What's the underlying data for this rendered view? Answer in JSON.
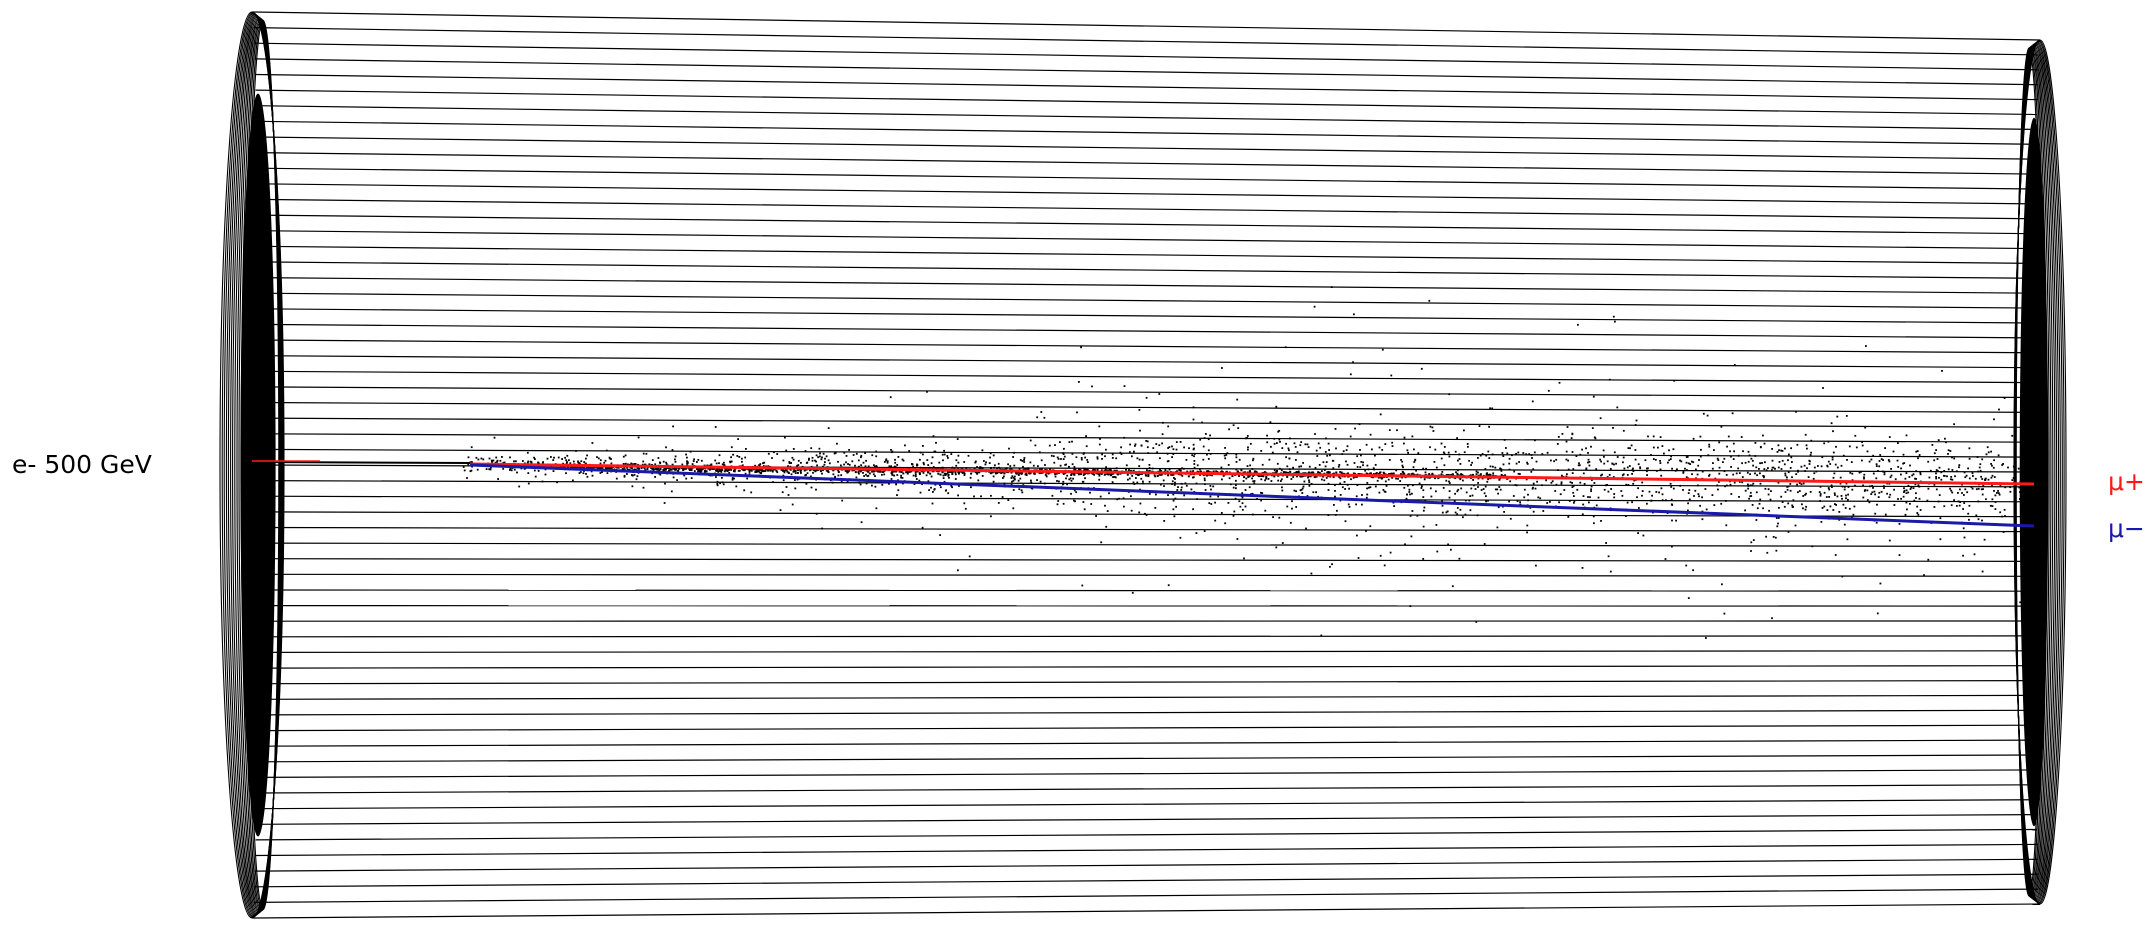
{
  "beam": {
    "label": "e- 500 GeV",
    "color": "#000000"
  },
  "tracks": [
    {
      "label": "μ+",
      "color": "#ff1a1a"
    },
    {
      "label": "μ−",
      "color": "#1a1aa8"
    }
  ],
  "detector": {
    "slab_count": 58,
    "outline_color": "#000000"
  }
}
